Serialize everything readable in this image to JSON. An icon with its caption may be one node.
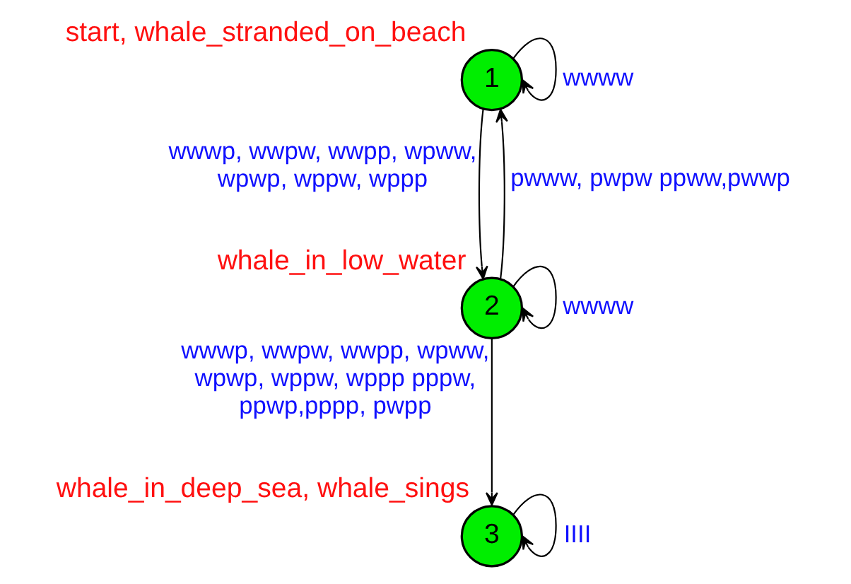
{
  "diagram": {
    "nodes": [
      {
        "text": [
          "1"
        ],
        "beside": [
          "start, whale_stranded_on_beach"
        ]
      },
      {
        "text": [
          "2"
        ],
        "beside": [
          "whale_in_low_water"
        ]
      },
      {
        "text": [
          "3"
        ],
        "beside": [
          "whale_in_deep_sea, whale_sings"
        ]
      }
    ],
    "edges": [
      {
        "from": 0,
        "to": 0,
        "arrow": "to",
        "label": "wwww"
      },
      {
        "from": 0,
        "to": 1,
        "arrow": "to",
        "label": "wwwp, wwpw, wwpp, wpww, wpwp, wppw, wppp"
      },
      {
        "from": 1,
        "to": 0,
        "arrow": "to",
        "label": "pwww, pwpw ppww,pwwp"
      },
      {
        "from": 1,
        "to": 1,
        "arrow": "to",
        "label": "wwww"
      },
      {
        "from": 1,
        "to": 2,
        "arrow": "to",
        "label": "wwwp, wwpw, wwpp, wpww, wpwp, wppw, wppp pppw, ppwp,pppp, pwpp"
      },
      {
        "from": 2,
        "to": 2,
        "arrow": "to",
        "label": "IIII"
      }
    ]
  }
}
